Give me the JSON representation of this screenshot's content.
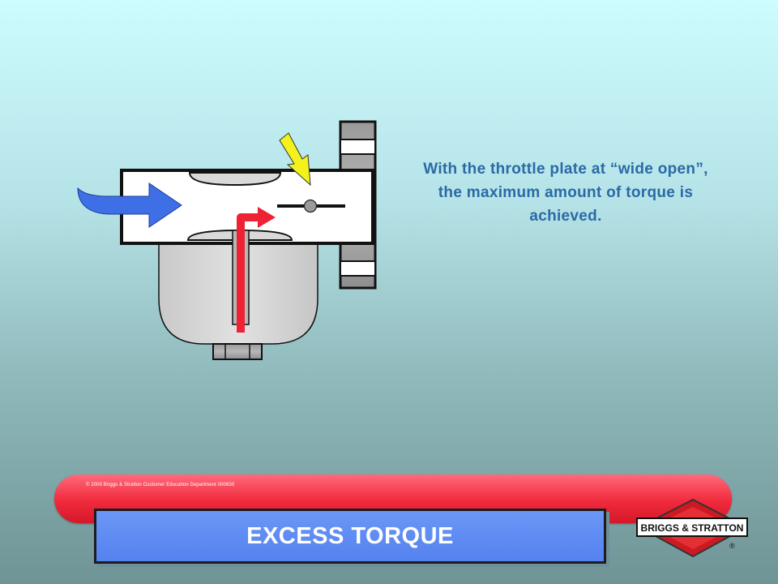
{
  "caption": "With the throttle plate at “wide open”, the maximum amount of torque is achieved.",
  "footer": {
    "copyright": "© 2000 Briggs & Stratton Customer Education Department 000630",
    "title": "EXCESS TORQUE"
  },
  "logo": {
    "text": "BRIGGS & STRATTON",
    "registered": "®"
  },
  "colors": {
    "air_arrow": "#3f6fe6",
    "fuel_arrow": "#ee2233",
    "pointer_arrow": "#f4f21c",
    "footer_bar": "#f02a3c",
    "title_box": "#5b88f2",
    "caption_text": "#2a6aa6"
  }
}
